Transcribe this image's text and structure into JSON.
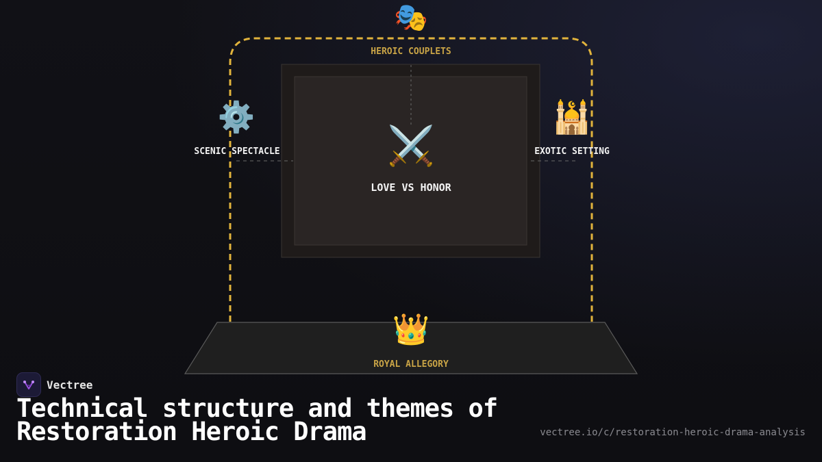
{
  "diagram": {
    "top": {
      "icon": "performing-arts-masks-icon",
      "glyph": "🎭",
      "label": "HEROIC COUPLETS"
    },
    "left": {
      "icon": "gear-icon",
      "glyph": "⚙️",
      "label": "SCENIC SPECTACLE"
    },
    "right": {
      "icon": "mosque-icon",
      "glyph": "🕌",
      "label": "EXOTIC SETTING"
    },
    "center": {
      "icon": "crossed-swords-icon",
      "glyph": "⚔️",
      "label": "LOVE VS HONOR"
    },
    "bottom": {
      "icon": "crown-icon",
      "glyph": "👑",
      "label": "ROYAL ALLEGORY"
    },
    "colors": {
      "frame_dash": "#e2b43c",
      "stage_floor": "#1f1f1f",
      "inner_panel": "#2a2524",
      "gold_text": "#c9a446"
    }
  },
  "brand": {
    "name": "Vectree",
    "icon": "vectree-logo-icon"
  },
  "title": "Technical structure and themes of Restoration Heroic Drama",
  "source_url": "vectree.io/c/restoration-heroic-drama-analysis"
}
